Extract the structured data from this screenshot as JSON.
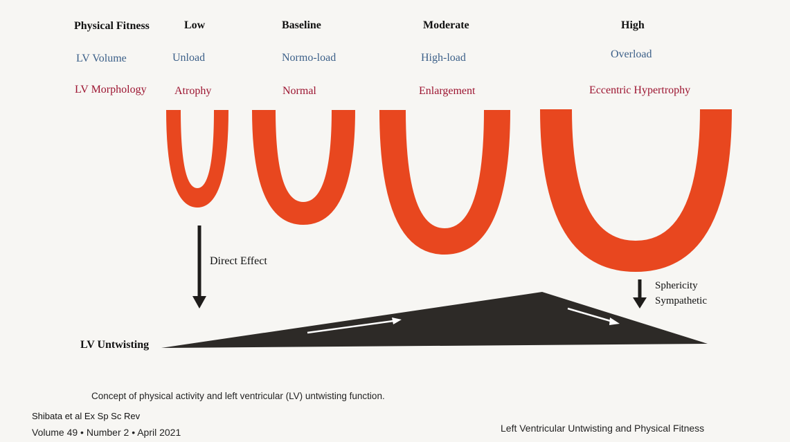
{
  "header": {
    "row_label": "Physical Fitness",
    "levels": [
      "Low",
      "Baseline",
      "Moderate",
      "High"
    ]
  },
  "lv_volume": {
    "row_label": "LV Volume",
    "values": [
      "Unload",
      "Normo-load",
      "High-load",
      "Overload"
    ]
  },
  "lv_morphology": {
    "row_label": "LV Morphology",
    "values": [
      "Atrophy",
      "Normal",
      "Enlargement",
      "Eccentric Hypertrophy"
    ]
  },
  "arrows": {
    "left": "Direct Effect",
    "right_line1": "Sphericity",
    "right_line2": "Sympathetic"
  },
  "untwisting_label": "LV Untwisting",
  "caption": "Concept of physical activity and left ventricular (LV) untwisting function.",
  "footer": {
    "credit": "Shibata et al Ex Sp Sc Rev",
    "volume": "Volume 49 • Number 2 • April 2021",
    "running_title": "Left Ventricular Untwisting and Physical Fitness"
  },
  "colors": {
    "ventricle": "#e8471f",
    "triangle": "#2d2a27",
    "header_text": "#111111",
    "volume_text": "#3b5f88",
    "morphology_text": "#9c1430"
  }
}
